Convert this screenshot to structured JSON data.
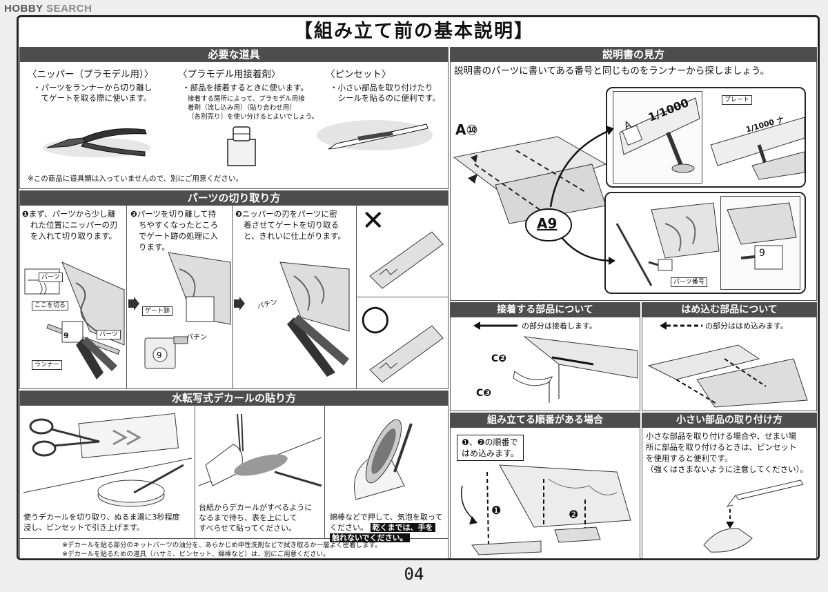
{
  "watermark": {
    "brand_a": "HOBBY",
    "brand_b": "SEARCH"
  },
  "title": "【組み立て前の基本説明】",
  "tools": {
    "heading": "必要な道具",
    "nipper": {
      "title": "〈ニッパー（プラモデル用）〉",
      "desc": [
        "・パーツをランナーから切り離し",
        "　てゲートを取る際に使います。"
      ]
    },
    "cement": {
      "title": "〈プラモデル用接着剤〉",
      "desc": "・部品を接着するときに使います。",
      "note": [
        "接着する箇所によって、プラモデル用接",
        "着剤（流し込み用）（貼り合わせ用）",
        "（各別売り）を使い分けるとよいでしょう。"
      ]
    },
    "tweezers": {
      "title": "〈ピンセット〉",
      "desc": [
        "・小さい部品を取り付けたり",
        "　シールを貼るのに便利です。"
      ]
    },
    "footnote": "※この商品に道具類は入っていませんので、別にご用意ください。"
  },
  "cutting": {
    "heading": "パーツの切り取り方",
    "step1": {
      "num": "❶",
      "text": [
        "まず、パーツから少し離",
        "れた位置にニッパーの刃",
        "を入れて切り取ります。"
      ]
    },
    "step2": {
      "num": "❷",
      "text": [
        "パーツを切り離して持",
        "ちやすくなったところ",
        "でゲート跡の処理に入",
        "ります。"
      ]
    },
    "step3": {
      "num": "❸",
      "text": [
        "ニッパーの刃をパーツに密",
        "着させてゲートを切り取る",
        "と、きれいに仕上がります。"
      ]
    },
    "labels": {
      "parts": "パーツ",
      "cut_here": "ここを切る",
      "parts2": "パーツ",
      "runner": "ランナー",
      "gate": "ゲート跡",
      "snap1": "パチン",
      "snap2": "パチン",
      "part_no": "9"
    },
    "wrong": "✕",
    "right": "○"
  },
  "decal": {
    "heading": "水転写式デカールの貼り方",
    "step1": [
      "使うデカールを切り取り、ぬるま湯に3秒程度",
      "浸し、ピンセットで引き上げます。"
    ],
    "step2": [
      "台紙からデカールがすべるように",
      "なるまで待ち、表を上にして",
      "すべらせて貼ってください。"
    ],
    "step3_a": [
      "綿棒などで押して、気泡を取って",
      "ください。"
    ],
    "step3_b": "乾くまでは、手を",
    "step3_c": "触れないでください。",
    "note1": "※デカールを貼る部分のキットパーツの油分を、あらかじめ中性洗剤などで拭き取るか一層よく密着します。",
    "note2": "※デカールを貼るための道具（ハサミ、ピンセット、綿棒など）は、別にご用意ください。"
  },
  "manual": {
    "heading": "説明書の見方",
    "desc": "説明書のパーツに書いてある番号と同じものをランナーから探しましょう。",
    "label_a10": "A⑩",
    "label_a9": "A9",
    "plate_text": "1/1000",
    "plate_letter": "A",
    "plate_label": "プレート",
    "plate_text2": "1/1000 ナ",
    "parts_no_label": "パーツ番号",
    "part_digit": "9"
  },
  "glue": {
    "heading": "接着する部品について",
    "desc": "の部分は接着します。",
    "c2": "C❷",
    "c3": "C❸"
  },
  "fit": {
    "heading": "はめ込む部品について",
    "desc": "の部分ははめ込みます。"
  },
  "order": {
    "heading": "組み立てる順番がある場合",
    "box": [
      "❶、❷の順番で",
      "はめ込みます。"
    ],
    "n1": "❶",
    "n2": "❷"
  },
  "small": {
    "heading": "小さい部品の取り付け方",
    "desc": [
      "小さな部品を取り付ける場合や、せまい場",
      "所に部品を取り付けるときは、ピンセット",
      "を使用すると便利です。",
      "（強くはさまないように注意してください）。"
    ]
  },
  "page_number": "04"
}
